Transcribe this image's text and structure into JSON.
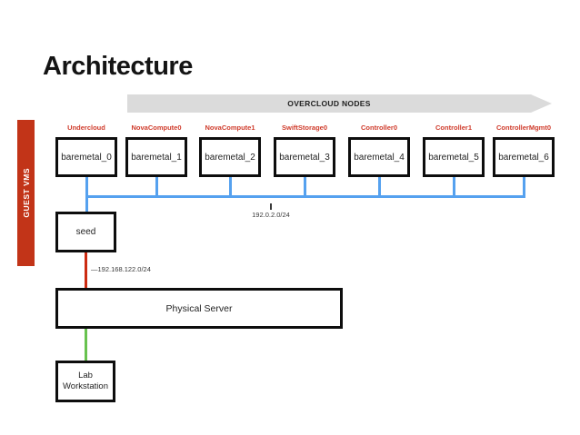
{
  "slide": {
    "title": "Architecture"
  },
  "banner": {
    "label": "OVERCLOUD NODES"
  },
  "sidebar": {
    "label": "GUEST VMS"
  },
  "overcloud": {
    "nodes": [
      {
        "role": "Undercloud",
        "name": "baremetal_0"
      },
      {
        "role": "NovaCompute0",
        "name": "baremetal_1"
      },
      {
        "role": "NovaCompute1",
        "name": "baremetal_2"
      },
      {
        "role": "SwiftStorage0",
        "name": "baremetal_3"
      },
      {
        "role": "Controller0",
        "name": "baremetal_4"
      },
      {
        "role": "Controller1",
        "name": "baremetal_5"
      },
      {
        "role": "ControllerMgmt0",
        "name": "baremetal_6"
      }
    ],
    "network_label": "192.0.2.0/24"
  },
  "seed": {
    "label": "seed"
  },
  "management_network": {
    "label": "—192.168.122.0/24"
  },
  "physical_server": {
    "label": "Physical Server"
  },
  "lab_workstation": {
    "label": "Lab Workstation"
  },
  "colors": {
    "accent_red": "#c23418",
    "role_label_red": "#cf3a2a",
    "network_blue": "#55a1ef",
    "management_red": "#cc2b12",
    "workstation_green": "#68c24f",
    "banner_gray": "#dbdbdb"
  }
}
